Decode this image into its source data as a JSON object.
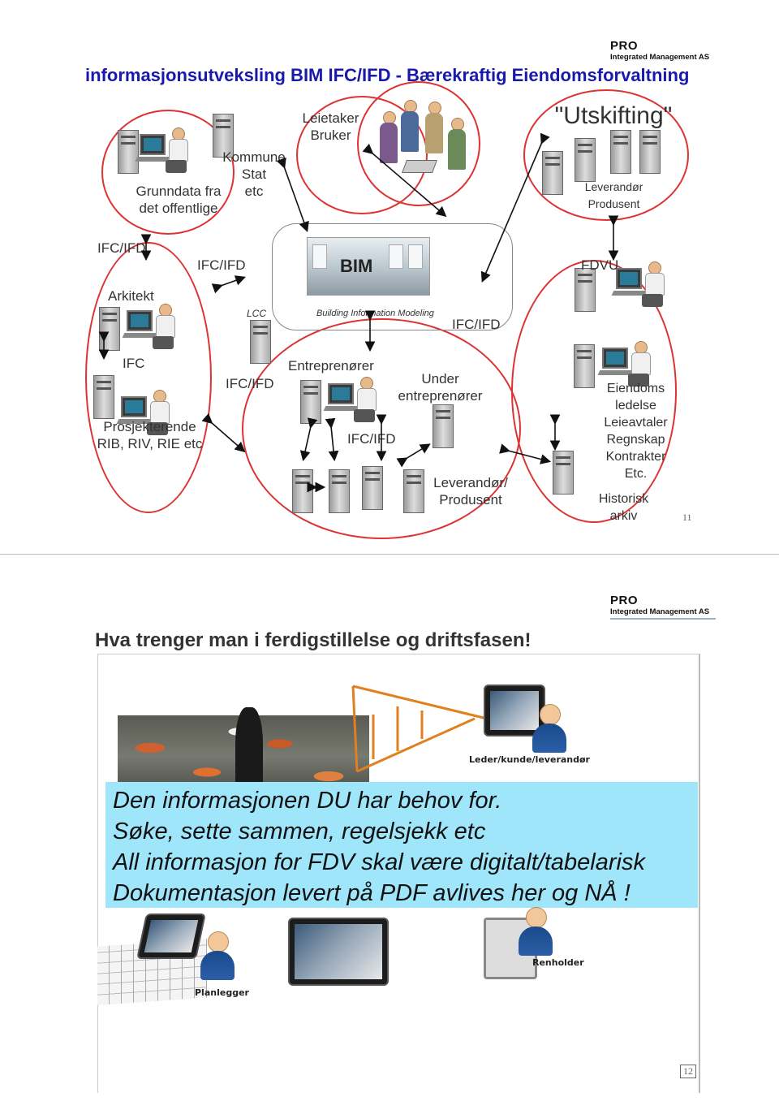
{
  "slide1": {
    "logo": {
      "pro": "PRO",
      "sub": "Integrated Management AS"
    },
    "title": "informasjonsutveksling BIM IFC/IFD - Bærekraftig Eiendomsforvaltning",
    "labels": {
      "grunndata": "Grunndata fra",
      "grunndata2": "det offentlige",
      "kommune": "Kommune",
      "stat": "Stat",
      "etc": "etc",
      "leietaker": "Leietaker",
      "bruker": "Bruker",
      "utskifting": "\"Utskifting\"",
      "leverandor_top": "Leverandør",
      "produsent_top": "Produsent",
      "ifcifd_1": "IFC/IFD",
      "ifcifd_2": "IFC/IFD",
      "fdvu": "FDVU",
      "arkitekt": "Arkitekt",
      "lcc": "LCC",
      "bim_caption": "Building Information Modeling",
      "bim_word": "BIM",
      "ifcifd_3": "IFC/IFD",
      "ifc": "IFC",
      "ifcifd_4": "IFC/IFD",
      "entreprenorer": "Entreprenører",
      "under": "Under",
      "entreprenorer2": "entreprenører",
      "prosjekterende": "Prosjekterende",
      "rib": "RIB, RIV, RIE etc",
      "ifcifd_5": "IFC/IFD",
      "leverandor_mid": "Leverandør/",
      "produsent_mid": "Produsent",
      "eiendoms": "Eiendoms",
      "ledelse": "ledelse",
      "leieavtaler": "Leieavtaler",
      "regnskap": "Regnskap",
      "kontrakter": "Kontrakter",
      "etc2": "Etc.",
      "historisk": "Historisk",
      "arkiv": "arkiv"
    },
    "page_number": "11"
  },
  "slide2": {
    "logo": {
      "pro": "PRO",
      "sub": "Integrated Management AS"
    },
    "title": "Hva trenger man i ferdigstillelse og driftsfasen!",
    "roles": {
      "leder": "Leder/kunde/leverandør",
      "planlegger": "Planlegger",
      "renholder": "Renholder"
    },
    "info_lines": [
      "Den informasjonen DU har behov for.",
      "Søke, sette sammen, regelsjekk etc",
      "All informasjon for FDV skal være digitalt/tabelarisk",
      "Dokumentasjon levert på PDF avlives her og NÅ !"
    ],
    "page_number": "12"
  }
}
